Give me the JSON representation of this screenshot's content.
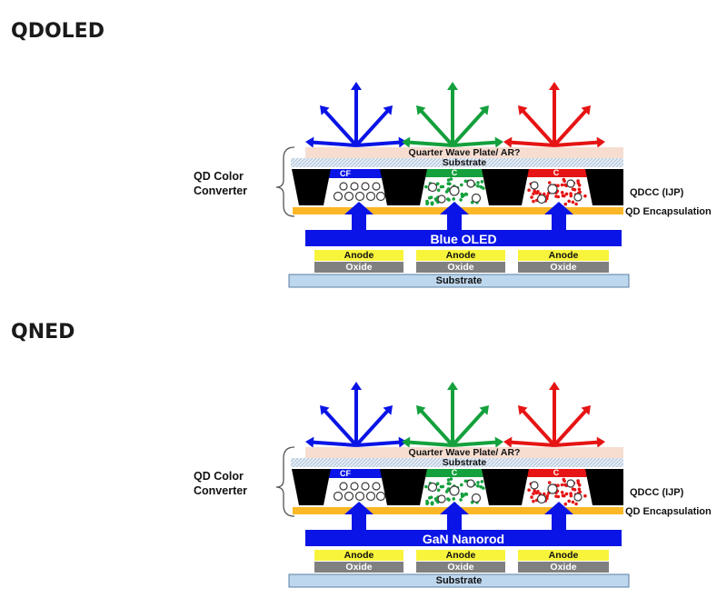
{
  "sections": [
    {
      "heading": "QDOLED",
      "labels": {
        "converter_line1": "QD Color",
        "converter_line2": "Converter",
        "wave_plate": "Quarter Wave Plate/ AR?",
        "top_substrate": "Substrate",
        "qdcc": "QDCC (IJP)",
        "encapsulation": "QD Encapsulation",
        "emitter": "Blue OLED",
        "anode": "Anode",
        "oxide": "Oxide",
        "bottom_substrate": "Substrate",
        "cell_blue": "CF",
        "cell_green": "C",
        "cell_red": "C"
      }
    },
    {
      "heading": "QNED",
      "labels": {
        "converter_line1": "QD Color",
        "converter_line2": "Converter",
        "wave_plate": "Quarter Wave Plate/ AR?",
        "top_substrate": "Substrate",
        "qdcc": "QDCC (IJP)",
        "encapsulation": "QD Encapsulation",
        "emitter": "GaN Nanorod",
        "anode": "Anode",
        "oxide": "Oxide",
        "bottom_substrate": "Substrate",
        "cell_blue": "CF",
        "cell_green": "C",
        "cell_red": "C"
      }
    }
  ],
  "colors": {
    "blue": "#0a14e6",
    "green": "#14a03c",
    "red": "#e61414",
    "orange": "#fbb726",
    "yellow": "#f8f43c",
    "oxide": "#808080",
    "substrate": "#bdd7ee",
    "wave_plate": "#f6ddd0",
    "black": "#000000"
  }
}
